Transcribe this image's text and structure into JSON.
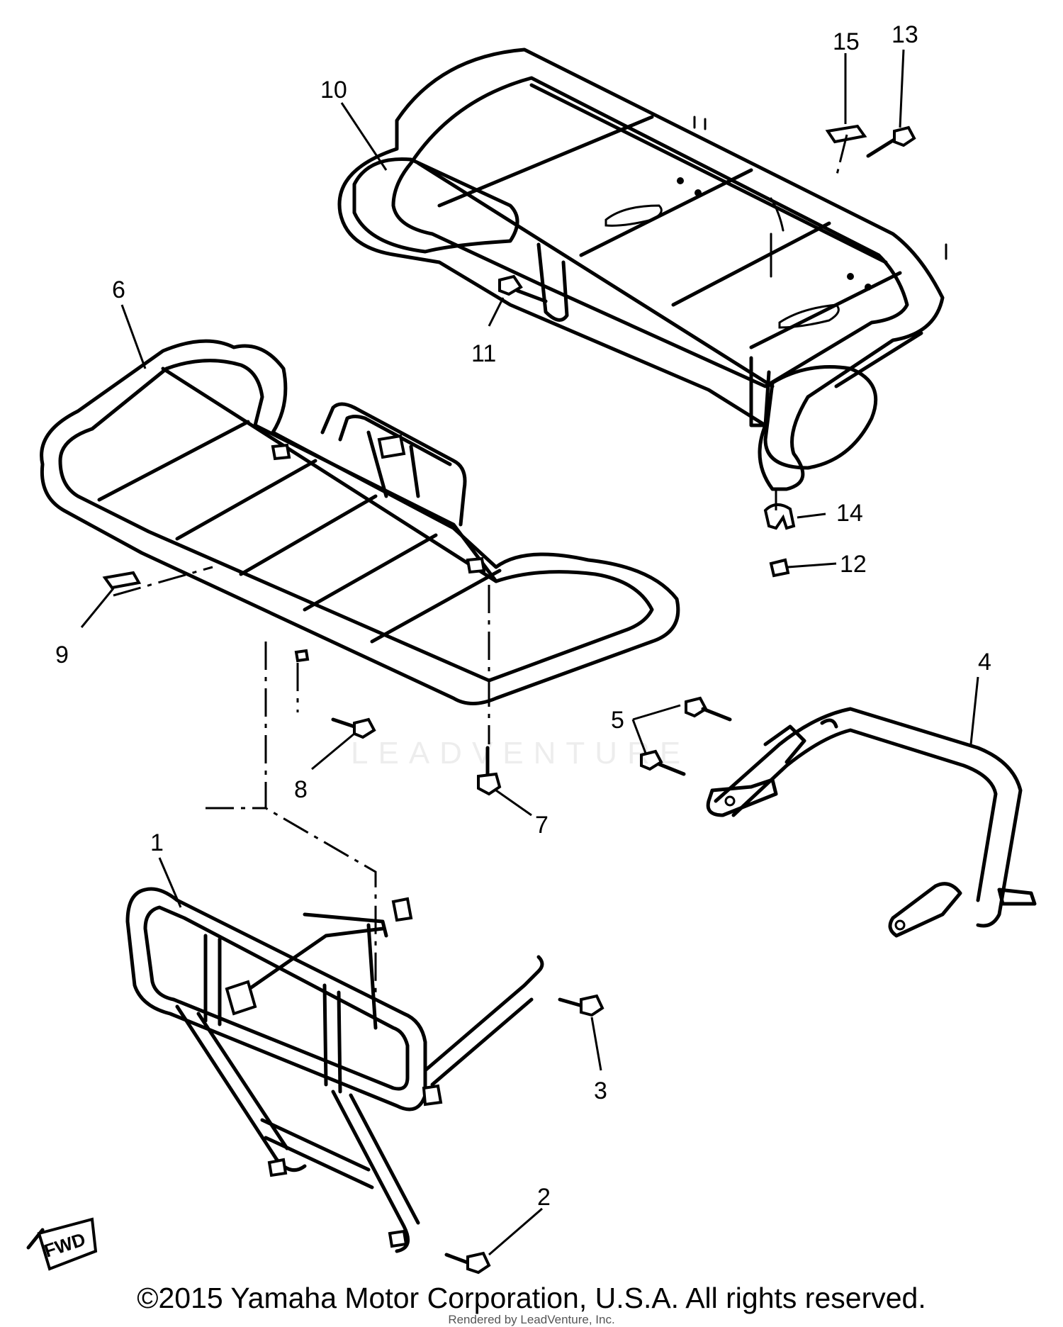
{
  "callouts": {
    "c1": "1",
    "c2": "2",
    "c3": "3",
    "c4": "4",
    "c5": "5",
    "c6": "6",
    "c7": "7",
    "c8": "8",
    "c9": "9",
    "c10": "10",
    "c11": "11",
    "c12": "12",
    "c13": "13",
    "c14": "14",
    "c15": "15"
  },
  "direction_badge": "FWD",
  "copyright": "©2015 Yamaha Motor Corporation, U.S.A. All rights reserved.",
  "rendered_by": "Rendered by LeadVenture, Inc.",
  "watermark": "LEADVENTURE"
}
